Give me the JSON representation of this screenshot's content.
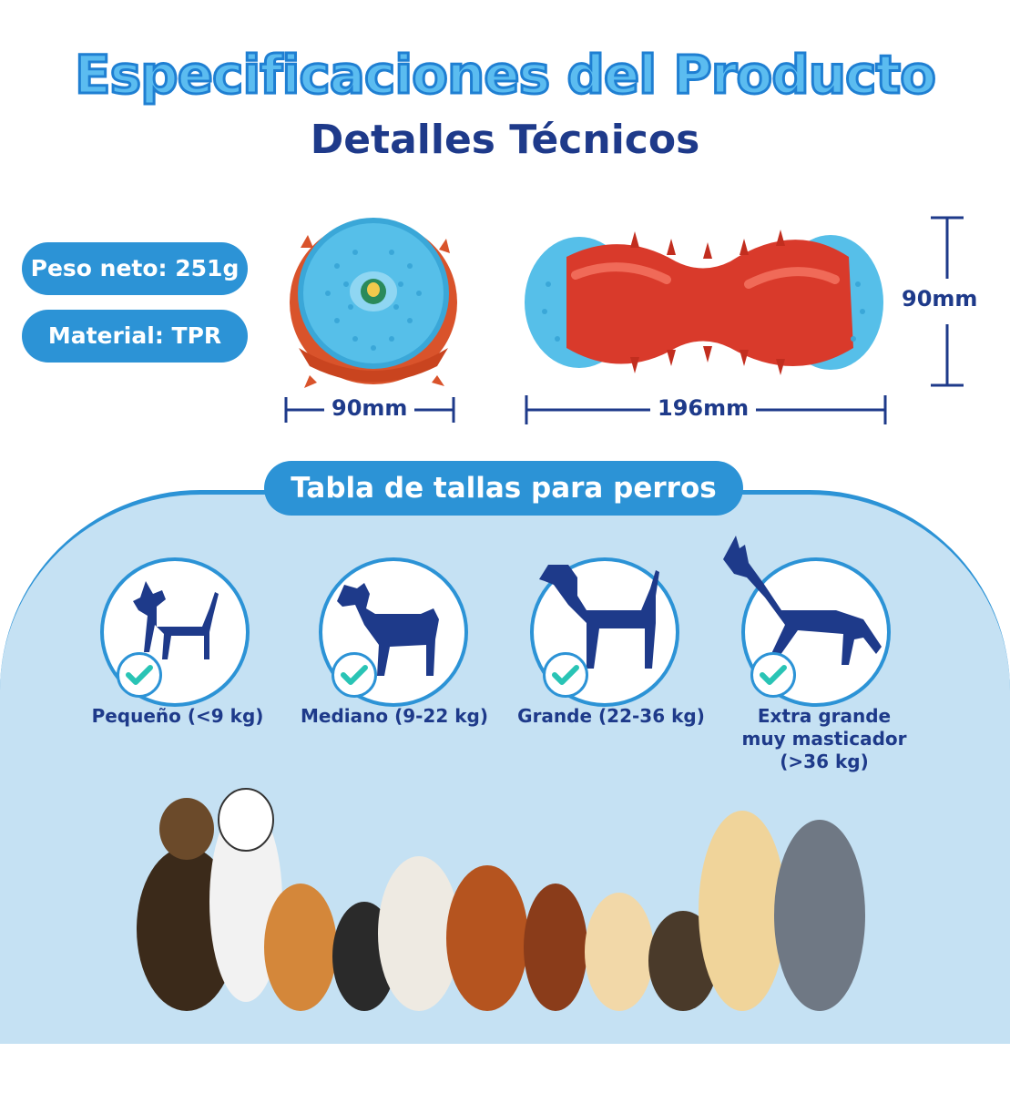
{
  "header": {
    "title": "Especificaciones del Producto",
    "subtitle": "Detalles Técnicos"
  },
  "specs": {
    "weight": "Peso neto: 251g",
    "material": "Material: TPR"
  },
  "dimensions": {
    "ball_width": "90mm",
    "toy_length": "196mm",
    "toy_height": "90mm"
  },
  "size_table": {
    "title": "Tabla de tallas para perros",
    "sizes": [
      {
        "label": "Pequeño (<9 kg)"
      },
      {
        "label": "Mediano (9-22 kg)"
      },
      {
        "label": "Grande (22-36 kg)"
      },
      {
        "label_line1": "Extra grande",
        "label_line2": "muy masticador",
        "label_line3": "(>36 kg)"
      }
    ]
  },
  "colors": {
    "accent_blue": "#2c93d6",
    "navy": "#1e3a8a",
    "panel_bg": "#c5e1f3",
    "toy_red": "#d93a2b",
    "toy_blue": "#4cb8e6",
    "check_teal": "#29c4b5"
  }
}
